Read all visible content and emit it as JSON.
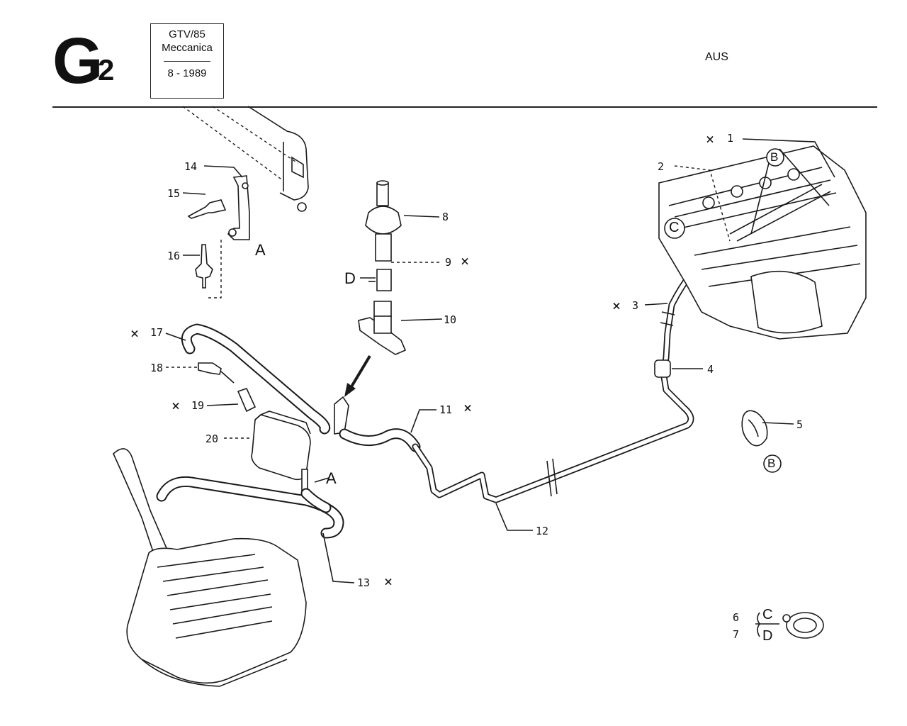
{
  "header": {
    "section_letter": "G",
    "section_number": "2",
    "model": "GTV/85",
    "group": "Meccanica",
    "date": "8 - 1989",
    "market": "AUS"
  },
  "callouts": {
    "p1": "1",
    "p2": "2",
    "p3": "3",
    "p4": "4",
    "p5": "5",
    "p6": "6",
    "p7": "7",
    "p8": "8",
    "p9": "9",
    "p10": "10",
    "p11": "11",
    "p12": "12",
    "p13": "13",
    "p14": "14",
    "p15": "15",
    "p16": "16",
    "p17": "17",
    "p18": "18",
    "p19": "19",
    "p20": "20"
  },
  "detail_refs": {
    "A": "A",
    "B": "B",
    "C": "C",
    "D": "D"
  },
  "marks": {
    "cross": "×"
  }
}
